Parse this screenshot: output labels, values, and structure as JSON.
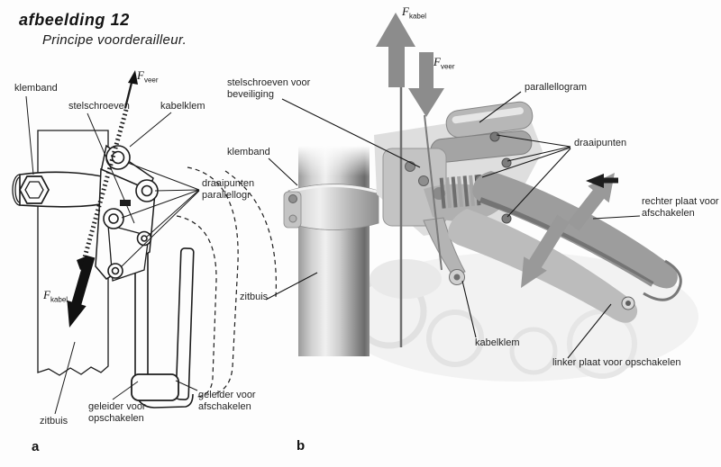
{
  "figure": {
    "title": "afbeelding 12",
    "subtitle": "Principe voorderailleur."
  },
  "colors": {
    "ink": "#1c1c1c",
    "arrow_gray": "#8f8f8f",
    "paper": "#fdfdfd"
  },
  "panel_a": {
    "letter": "a",
    "force_veer": {
      "symbol": "F",
      "sub": "veer"
    },
    "force_kabel": {
      "symbol": "F",
      "sub": "kabel"
    },
    "labels": {
      "klemband": "klemband",
      "stelschroeven": "stelschroeven",
      "kabelklem": "kabelklem",
      "draaipunten1": "draaipunten",
      "draaipunten2": "parallellogr",
      "zitbuis": "zitbuis",
      "geleider_op1": "geleider voor",
      "geleider_op2": "opschakelen",
      "geleider_af1": "geleider voor",
      "geleider_af2": "afschakelen"
    }
  },
  "panel_b": {
    "letter": "b",
    "force_kabel": {
      "symbol": "F",
      "sub": "kabel"
    },
    "force_veer": {
      "symbol": "F",
      "sub": "veer"
    },
    "labels": {
      "stelschroeven1": "stelschroeven voor",
      "stelschroeven2": "beveiliging",
      "klemband": "klemband",
      "zitbuis": "zitbuis",
      "parallellogram": "parallellogram",
      "draaipunten": "draaipunten",
      "rechter1": "rechter plaat voor",
      "rechter2": "afschakelen",
      "kabelklem": "kabelklem",
      "linker": "linker plaat voor opschakelen"
    }
  }
}
